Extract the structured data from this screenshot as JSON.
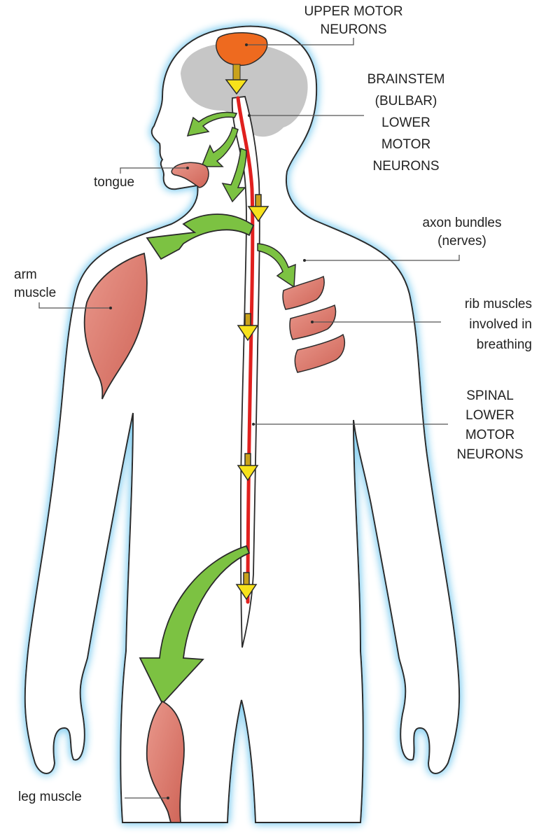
{
  "labels": {
    "upper_motor_neurons": [
      "UPPER MOTOR",
      "NEURONS"
    ],
    "brainstem": [
      "BRAINSTEM",
      "(BULBAR)",
      "LOWER",
      "MOTOR",
      "NEURONS"
    ],
    "tongue": "tongue",
    "axon_bundles": [
      "axon bundles",
      "(nerves)"
    ],
    "arm_muscle": [
      "arm",
      "muscle"
    ],
    "rib_muscles": [
      "rib muscles",
      "involved in",
      "breathing"
    ],
    "spinal_lower_motor_neurons": [
      "SPINAL",
      "LOWER",
      "MOTOR",
      "NEURONS"
    ],
    "leg_muscle": "leg muscle"
  },
  "colors": {
    "body_glow": "#8fd3f2",
    "body_outline": "#2a2a2a",
    "brain": "#c6c6c6",
    "upper_neurons": "#ee6a1f",
    "spinal_axon": "#e0201e",
    "arrow_green": "#7cc242",
    "arrow_yellow": "#f7e21b",
    "muscle": "#d9776a",
    "leader_line": "#555555"
  }
}
